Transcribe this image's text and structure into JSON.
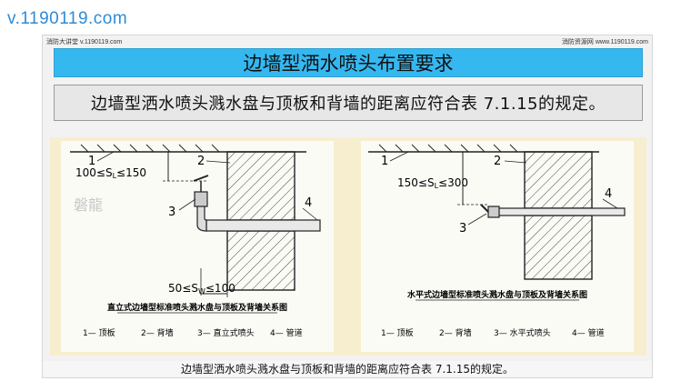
{
  "watermark": "v.1190119.com",
  "header": {
    "left": "消防大讲堂 v.1190119.com",
    "right": "消防资源网 www.1190119.com"
  },
  "title": "边墙型洒水喷头布置要求",
  "subtitle": "边墙型洒水喷头溅水盘与顶板和背墙的距离应符合表 7.1.15的规定。",
  "left_diagram": {
    "label_1": "1",
    "label_2": "2",
    "label_3": "3",
    "label_4": "4",
    "dim_top": "100≤S",
    "dim_top_sub": "L",
    "dim_top_tail": "≤150",
    "dim_bottom": "50≤S",
    "dim_bottom_sub": "W",
    "dim_bottom_tail": "≤100",
    "watermark_text": "磐龍",
    "caption": "直立式边墙型标准喷头溅水盘与顶板及背墙关系图",
    "legend": [
      "1— 顶板",
      "2— 背墙",
      "3— 直立式喷头",
      "4— 管道"
    ]
  },
  "right_diagram": {
    "label_1": "1",
    "label_2": "2",
    "label_3": "3",
    "label_4": "4",
    "dim_top": "150≤S",
    "dim_top_sub": "L",
    "dim_top_tail": "≤300",
    "caption": "水平式边墙型标准喷头溅水盘与顶板及背墙关系图",
    "legend": [
      "1— 顶板",
      "2— 背墙",
      "3— 水平式喷头",
      "4— 管道"
    ]
  },
  "footer_caption": "边墙型洒水喷头溅水盘与顶板和背墙的距离应符合表 7.1.15的规定。"
}
